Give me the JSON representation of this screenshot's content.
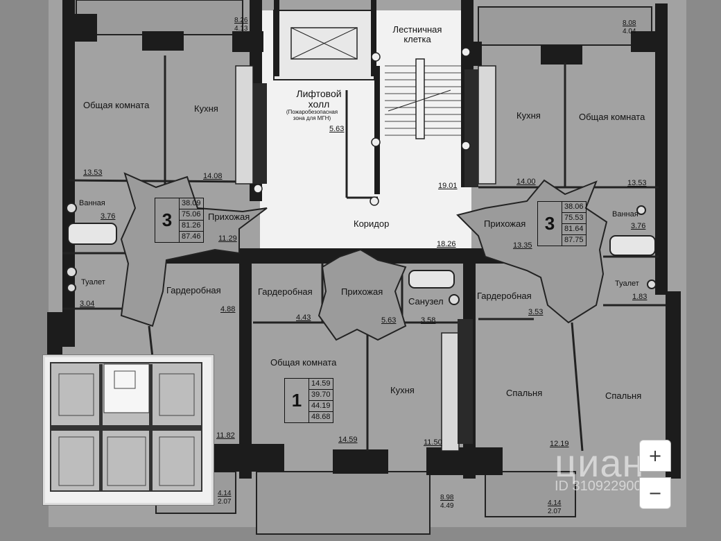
{
  "rooms": [
    {
      "id": "lt-living",
      "name": "Общая комната",
      "area": "13.53"
    },
    {
      "id": "lt-kitchen",
      "name": "Кухня",
      "area": "14.08"
    },
    {
      "id": "lt-bath",
      "name": "Ванная",
      "area": "3.76"
    },
    {
      "id": "lt-hall",
      "name": "Прихожая",
      "area": "11.29"
    },
    {
      "id": "lt-toilet",
      "name": "Туалет",
      "area": "3.04"
    },
    {
      "id": "lt-wardrobe",
      "name": "Гардеробная",
      "area": "4.88"
    },
    {
      "id": "lt-bedroom",
      "name": "",
      "area": "11.82"
    },
    {
      "id": "lift-hall",
      "name": "Лифтовой холл",
      "area": "5.63",
      "note": "(Пожаробезопасная зона для МГН)"
    },
    {
      "id": "stair",
      "name": "Лестничная клетка",
      "area": "19.01"
    },
    {
      "id": "corridor",
      "name": "Коридор",
      "area": "18.26"
    },
    {
      "id": "rt-kitchen",
      "name": "Кухня",
      "area": "14.00"
    },
    {
      "id": "rt-living",
      "name": "Общая комната",
      "area": "13.53"
    },
    {
      "id": "rt-hall",
      "name": "Прихожая",
      "area": "13.35"
    },
    {
      "id": "rt-bath",
      "name": "Ванная",
      "area": "3.76"
    },
    {
      "id": "rt-toilet",
      "name": "Туалет",
      "area": "1.83"
    },
    {
      "id": "rt-wardrobe",
      "name": "Гардеробная",
      "area": "3.53"
    },
    {
      "id": "rt-bed1",
      "name": "Спальня",
      "area": "12.19"
    },
    {
      "id": "rt-bed2",
      "name": "Спальня",
      "area": ""
    },
    {
      "id": "c-wardrobe",
      "name": "Гардеробная",
      "area": "4.43"
    },
    {
      "id": "c-hall",
      "name": "Прихожая",
      "area": "5.63"
    },
    {
      "id": "c-wc",
      "name": "Санузел",
      "area": "3.58"
    },
    {
      "id": "c-living",
      "name": "Общая комната",
      "area": "14.59"
    },
    {
      "id": "c-kitchen",
      "name": "Кухня",
      "area": "11.50"
    }
  ],
  "apartments": [
    {
      "id": "apt-left",
      "rooms": "3",
      "values": [
        "38.09",
        "75.06",
        "81.26",
        "87.46"
      ]
    },
    {
      "id": "apt-right",
      "rooms": "3",
      "values": [
        "38.06",
        "75.53",
        "81.64",
        "87.75"
      ]
    },
    {
      "id": "apt-center",
      "rooms": "1",
      "values": [
        "14.59",
        "39.70",
        "44.19",
        "48.68"
      ]
    }
  ],
  "balconies": [
    {
      "id": "b-top-left",
      "a": "8.26",
      "b": "4.13"
    },
    {
      "id": "b-top-right",
      "a": "8.08",
      "b": "4.04"
    },
    {
      "id": "b-bottom-left",
      "a": "4.14",
      "b": "2.07"
    },
    {
      "id": "b-bottom-center",
      "a": "8.98",
      "b": "4.49"
    },
    {
      "id": "b-bottom-right",
      "a": "4.14",
      "b": "2.07"
    }
  ],
  "controls": {
    "zoom_in": "+",
    "zoom_out": "−"
  },
  "watermark": {
    "brand": "циан",
    "id": "ID 310922900"
  },
  "colors": {
    "paper": "#9a9a9a",
    "wall": "#1c1c1c",
    "white": "#f4f4f4"
  }
}
